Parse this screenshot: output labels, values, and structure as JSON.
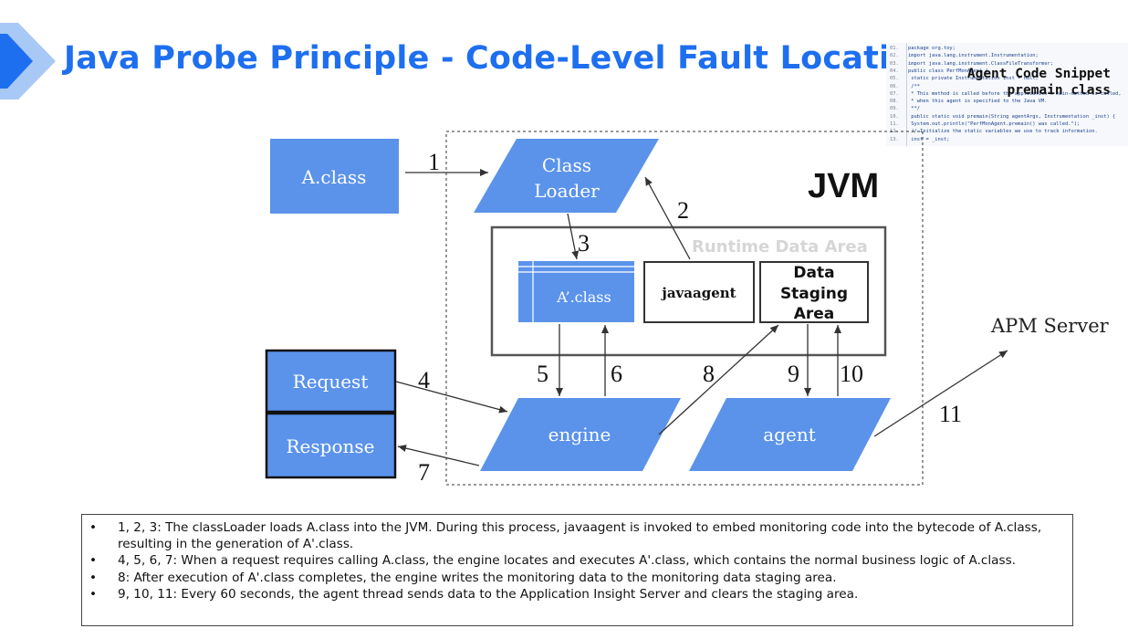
{
  "title": "Java Probe Principle - Code-Level Fault Location",
  "code_snippet": {
    "caption_line1": "Agent Code Snippet",
    "caption_line2": "premain class",
    "lines": [
      {
        "no": "01.",
        "text": "package org.toy;"
      },
      {
        "no": "02.",
        "text": "import java.lang.instrument.Instrumentation;"
      },
      {
        "no": "03.",
        "text": "import java.lang.instrument.ClassFileTransformer;"
      },
      {
        "no": "04.",
        "text": "public class PerfMonAgent {"
      },
      {
        "no": "05.",
        "text": "    static private Instrumentation inst = null;"
      },
      {
        "no": "06.",
        "text": "    /**"
      },
      {
        "no": "07.",
        "text": "     * This method is called before the application's main-method is called,"
      },
      {
        "no": "08.",
        "text": "     * when this agent is specified to the Java VM."
      },
      {
        "no": "09.",
        "text": "     **/"
      },
      {
        "no": "10.",
        "text": "    public static void premain(String agentArgs, Instrumentation _inst) {"
      },
      {
        "no": "11.",
        "text": "        System.out.println(\"PerfMonAgent.premain() was called.\");"
      },
      {
        "no": "12.",
        "text": "        // Initialize the static variables we use to track information."
      },
      {
        "no": "13.",
        "text": "        inst = _inst;"
      }
    ]
  },
  "diagram": {
    "jvm_label": "JVM",
    "runtime_area_label": "Runtime Data Area",
    "nodes": {
      "a_class": "A.class",
      "class_loader_line1": "Class",
      "class_loader_line2": "Loader",
      "a_prime_class": "A’.class",
      "javaagent": "javaagent",
      "staging_line1": "Data",
      "staging_line2": "Staging",
      "staging_line3": "Area",
      "request": "Request",
      "response": "Response",
      "engine": "engine",
      "agent": "agent",
      "apm_server": "APM Server"
    },
    "step_labels": {
      "s1": "1",
      "s2": "2",
      "s3": "3",
      "s4": "4",
      "s5": "5",
      "s6": "6",
      "s7": "7",
      "s8": "8",
      "s9": "9",
      "s10": "10",
      "s11": "11"
    },
    "colors": {
      "node_blue": "#5b93eb",
      "title_blue": "#1e6ff0"
    }
  },
  "bullets": [
    "1, 2, 3: The classLoader loads A.class into the JVM. During this process, javaagent is invoked to embed monitoring code into the bytecode of A.class, resulting in the generation of A'.class.",
    "4, 5, 6, 7: When a request requires calling A.class, the engine locates and executes A'.class, which contains the normal business logic of A.class.",
    "8: After execution of A'.class completes, the engine writes the monitoring data to the monitoring data staging area.",
    "9, 10, 11: Every 60 seconds, the agent thread sends data to the Application Insight Server and clears the staging area."
  ],
  "bullet_marker": "•"
}
